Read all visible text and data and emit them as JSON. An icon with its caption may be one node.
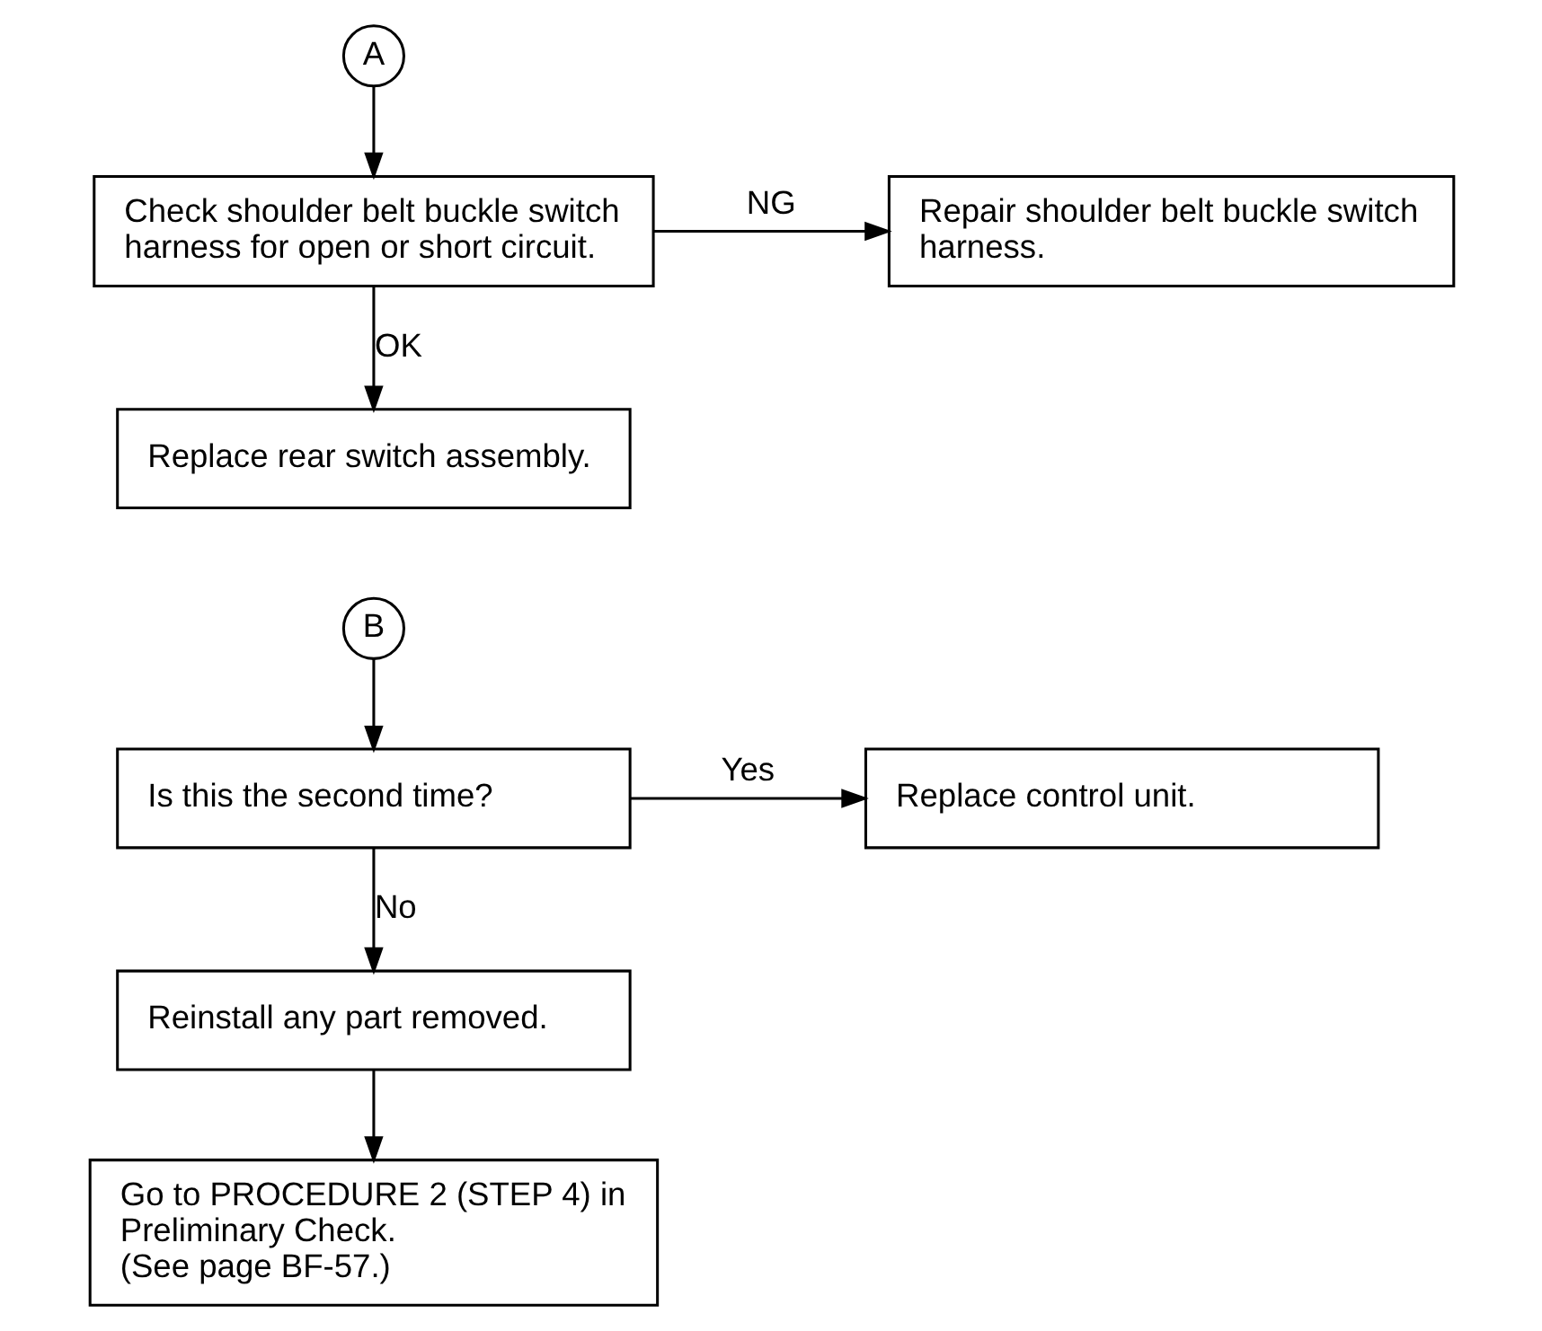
{
  "diagram": {
    "nodes": [
      {
        "text": [
          "A"
        ]
      },
      {
        "text": [
          "Check shoulder belt buckle switch harness for open or short circuit."
        ]
      },
      {
        "text": [
          "Repair shoulder belt buckle switch harness."
        ]
      },
      {
        "text": [
          "Replace rear switch assembly."
        ]
      },
      {
        "text": [
          "B"
        ]
      },
      {
        "text": [
          "Is this the second time?"
        ]
      },
      {
        "text": [
          "Replace control unit."
        ]
      },
      {
        "text": [
          "Reinstall any part removed."
        ]
      },
      {
        "text": [
          "Go to PROCEDURE 2 (STEP 4) in Preliminary Check.",
          "(See page BF-57.)"
        ]
      }
    ],
    "edges": [
      {
        "from": 0,
        "to": 1,
        "arrow": "to"
      },
      {
        "from": 1,
        "to": 2,
        "arrow": "to",
        "label": "NG"
      },
      {
        "from": 1,
        "to": 3,
        "arrow": "to",
        "label": "OK"
      },
      {
        "from": 4,
        "to": 5,
        "arrow": "to"
      },
      {
        "from": 5,
        "to": 6,
        "arrow": "to",
        "label": "Yes"
      },
      {
        "from": 5,
        "to": 7,
        "arrow": "to",
        "label": "No"
      },
      {
        "from": 7,
        "to": 8,
        "arrow": "to"
      }
    ]
  }
}
